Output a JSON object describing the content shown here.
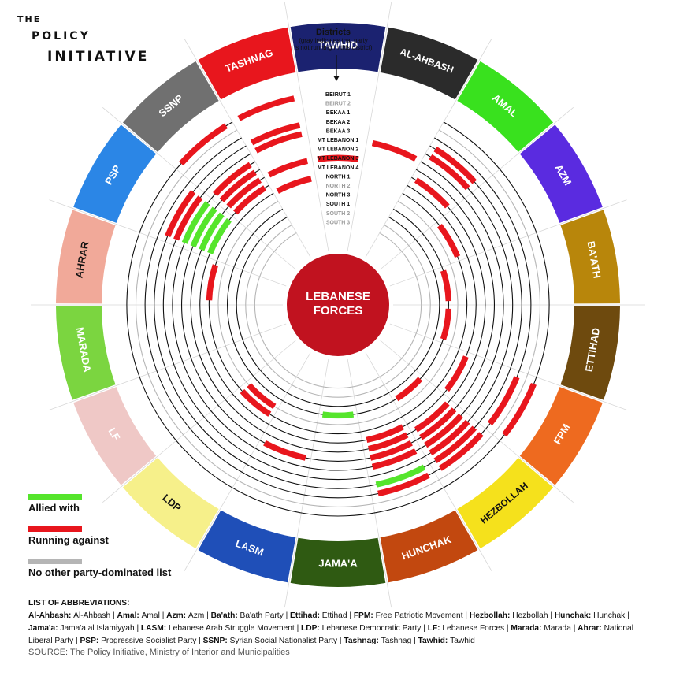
{
  "publisher": {
    "line1": "THE",
    "line2": "POLICY",
    "line3": "INITIATIVE"
  },
  "center_label": [
    "LEBANESE",
    "FORCES"
  ],
  "districts_title": "Districts",
  "districts_note": [
    "(gray indicates that party",
    "is not running in this district)"
  ],
  "districts": [
    {
      "name": "BEIRUT 1",
      "running": true
    },
    {
      "name": "BEIRUT 2",
      "running": false
    },
    {
      "name": "BEKAA 1",
      "running": true
    },
    {
      "name": "BEKAA 2",
      "running": true
    },
    {
      "name": "BEKAA 3",
      "running": true
    },
    {
      "name": "MT LEBANON 1",
      "running": true
    },
    {
      "name": "MT LEBANON 2",
      "running": true
    },
    {
      "name": "MT LEBANON 3",
      "running": true
    },
    {
      "name": "MT LEBANON 4",
      "running": true
    },
    {
      "name": "NORTH 1",
      "running": true
    },
    {
      "name": "NORTH 2",
      "running": false
    },
    {
      "name": "NORTH 3",
      "running": true
    },
    {
      "name": "SOUTH 1",
      "running": true
    },
    {
      "name": "SOUTH 2",
      "running": false
    },
    {
      "name": "SOUTH 3",
      "running": false
    }
  ],
  "parties": [
    {
      "name": "AL-AHBASH",
      "color": "#2b2b2b",
      "text": "#ffffff"
    },
    {
      "name": "AMAL",
      "color": "#39e11e",
      "text": "#ffffff"
    },
    {
      "name": "AZM",
      "color": "#5a2be0",
      "text": "#ffffff"
    },
    {
      "name": "BA'ATH",
      "color": "#b8860b",
      "text": "#ffffff"
    },
    {
      "name": "ETTIHAD",
      "color": "#6e4a0e",
      "text": "#ffffff"
    },
    {
      "name": "FPM",
      "color": "#ee6a1f",
      "text": "#ffffff"
    },
    {
      "name": "HEZBOLLAH",
      "color": "#f5e11c",
      "text": "#111111"
    },
    {
      "name": "HUNCHAK",
      "color": "#c2480f",
      "text": "#ffffff"
    },
    {
      "name": "JAMA'A",
      "color": "#2f5a12",
      "text": "#ffffff"
    },
    {
      "name": "LASM",
      "color": "#1f4fb8",
      "text": "#ffffff"
    },
    {
      "name": "LDP",
      "color": "#f6f08a",
      "text": "#111111"
    },
    {
      "name": "LF",
      "color": "#efc8c6",
      "text": "#ffffff"
    },
    {
      "name": "MARADA",
      "color": "#7bd540",
      "text": "#ffffff"
    },
    {
      "name": "AHRAR",
      "color": "#f1a999",
      "text": "#111111"
    },
    {
      "name": "PSP",
      "color": "#2b86e6",
      "text": "#ffffff"
    },
    {
      "name": "SSNP",
      "color": "#707070",
      "text": "#ffffff"
    },
    {
      "name": "TASHNAG",
      "color": "#e8161d",
      "text": "#ffffff"
    },
    {
      "name": "TAWHID",
      "color": "#1b2270",
      "text": "#ffffff"
    }
  ],
  "relations": [
    {
      "party": "AL-AHBASH",
      "type": "against",
      "districts": [
        5
      ]
    },
    {
      "party": "AMAL",
      "type": "against",
      "districts": [
        3,
        4,
        7
      ]
    },
    {
      "party": "AZM",
      "type": "against",
      "districts": [
        9
      ]
    },
    {
      "party": "BA'ATH",
      "type": "against",
      "districts": [
        11
      ]
    },
    {
      "party": "ETTIHAD",
      "type": "against",
      "districts": [
        11
      ]
    },
    {
      "party": "FPM",
      "type": "against",
      "districts": [
        0,
        2,
        8
      ]
    },
    {
      "party": "HEZBOLLAH",
      "type": "against",
      "districts": [
        2,
        3,
        4,
        5,
        6,
        7,
        11
      ]
    },
    {
      "party": "HUNCHAK",
      "type": "against",
      "districts": [
        2,
        5,
        6,
        7,
        8
      ]
    },
    {
      "party": "HUNCHAK",
      "type": "allied",
      "districts": [
        3
      ]
    },
    {
      "party": "JAMA'A",
      "type": "allied",
      "districts": [
        11
      ]
    },
    {
      "party": "LASM",
      "type": "against",
      "districts": [
        6
      ]
    },
    {
      "party": "LDP",
      "type": "against",
      "districts": [
        9,
        10
      ]
    },
    {
      "party": "AHRAR",
      "type": "against",
      "districts": [
        9
      ]
    },
    {
      "party": "PSP",
      "type": "allied",
      "districts": [
        5,
        6,
        7,
        8
      ]
    },
    {
      "party": "PSP",
      "type": "against",
      "districts": [
        3,
        4
      ]
    },
    {
      "party": "SSNP",
      "type": "against",
      "districts": [
        0,
        5,
        6,
        7,
        8
      ]
    },
    {
      "party": "TASHNAG",
      "type": "against",
      "districts": [
        0,
        3,
        4,
        7,
        9
      ]
    },
    {
      "party": "TAWHID",
      "type": "against",
      "districts": [
        7
      ]
    }
  ],
  "legend": [
    {
      "label": "Allied with",
      "color": "#55e52c"
    },
    {
      "label": "Running against",
      "color": "#e8161d"
    },
    {
      "label": "No other party-dominated list",
      "color": "#b5b5b5"
    }
  ],
  "abbreviations_title": "LIST OF ABBREVIATIONS:",
  "abbreviations": [
    {
      "abbr": "Al-Ahbash:",
      "full": "Al-Ahbash"
    },
    {
      "abbr": "Amal:",
      "full": "Amal"
    },
    {
      "abbr": "Azm:",
      "full": "Azm"
    },
    {
      "abbr": "Ba'ath:",
      "full": "Ba'ath Party"
    },
    {
      "abbr": "Ettihad:",
      "full": "Ettihad"
    },
    {
      "abbr": "FPM:",
      "full": "Free Patriotic Movement"
    },
    {
      "abbr": "Hezbollah:",
      "full": "Hezbollah"
    },
    {
      "abbr": "Hunchak:",
      "full": "Hunchak"
    },
    {
      "abbr": "Jama'a:",
      "full": "Jama'a al Islamiyyah"
    },
    {
      "abbr": "LASM:",
      "full": "Lebanese Arab Struggle Movement"
    },
    {
      "abbr": "LDP:",
      "full": "Lebanese Democratic Party"
    },
    {
      "abbr": "LF:",
      "full": "Lebanese Forces"
    },
    {
      "abbr": "Marada:",
      "full": "Marada"
    },
    {
      "abbr": "Ahrar:",
      "full": "National Liberal Party"
    },
    {
      "abbr": "PSP:",
      "full": "Progressive Socialist Party"
    },
    {
      "abbr": "SSNP:",
      "full": "Syrian Social Nationalist Party"
    },
    {
      "abbr": "Tashnag:",
      "full": "Tashnag"
    },
    {
      "abbr": "Tawhid:",
      "full": "Tawhid"
    }
  ],
  "source": "SOURCE: The Policy Initiative, Ministry of Interior and Municipalities",
  "colors": {
    "center": "#c1121f",
    "allied": "#55e52c",
    "against": "#e8161d",
    "ring": "#111111",
    "ring_off": "#b5b5b5",
    "spoke": "#d8d8d8"
  }
}
